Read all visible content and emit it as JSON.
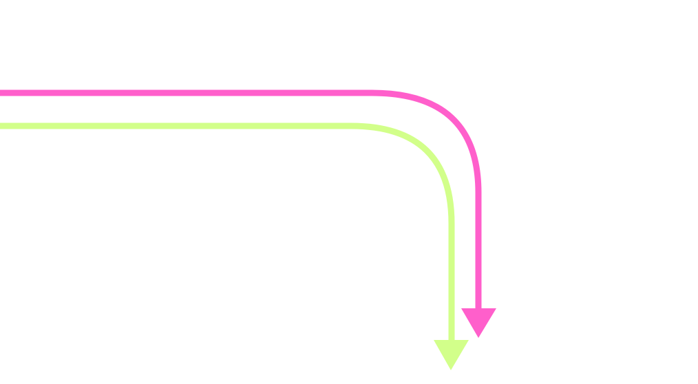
{
  "diagram": {
    "background": "#ffffff",
    "connectors": [
      {
        "id": "pink-connector",
        "color": "#ff5fcb",
        "shape": "elbow-rounded",
        "direction": "right-then-down",
        "arrowhead": "down"
      },
      {
        "id": "green-connector",
        "color": "#d2ff8a",
        "shape": "elbow-rounded",
        "direction": "right-then-down",
        "arrowhead": "down"
      }
    ]
  }
}
